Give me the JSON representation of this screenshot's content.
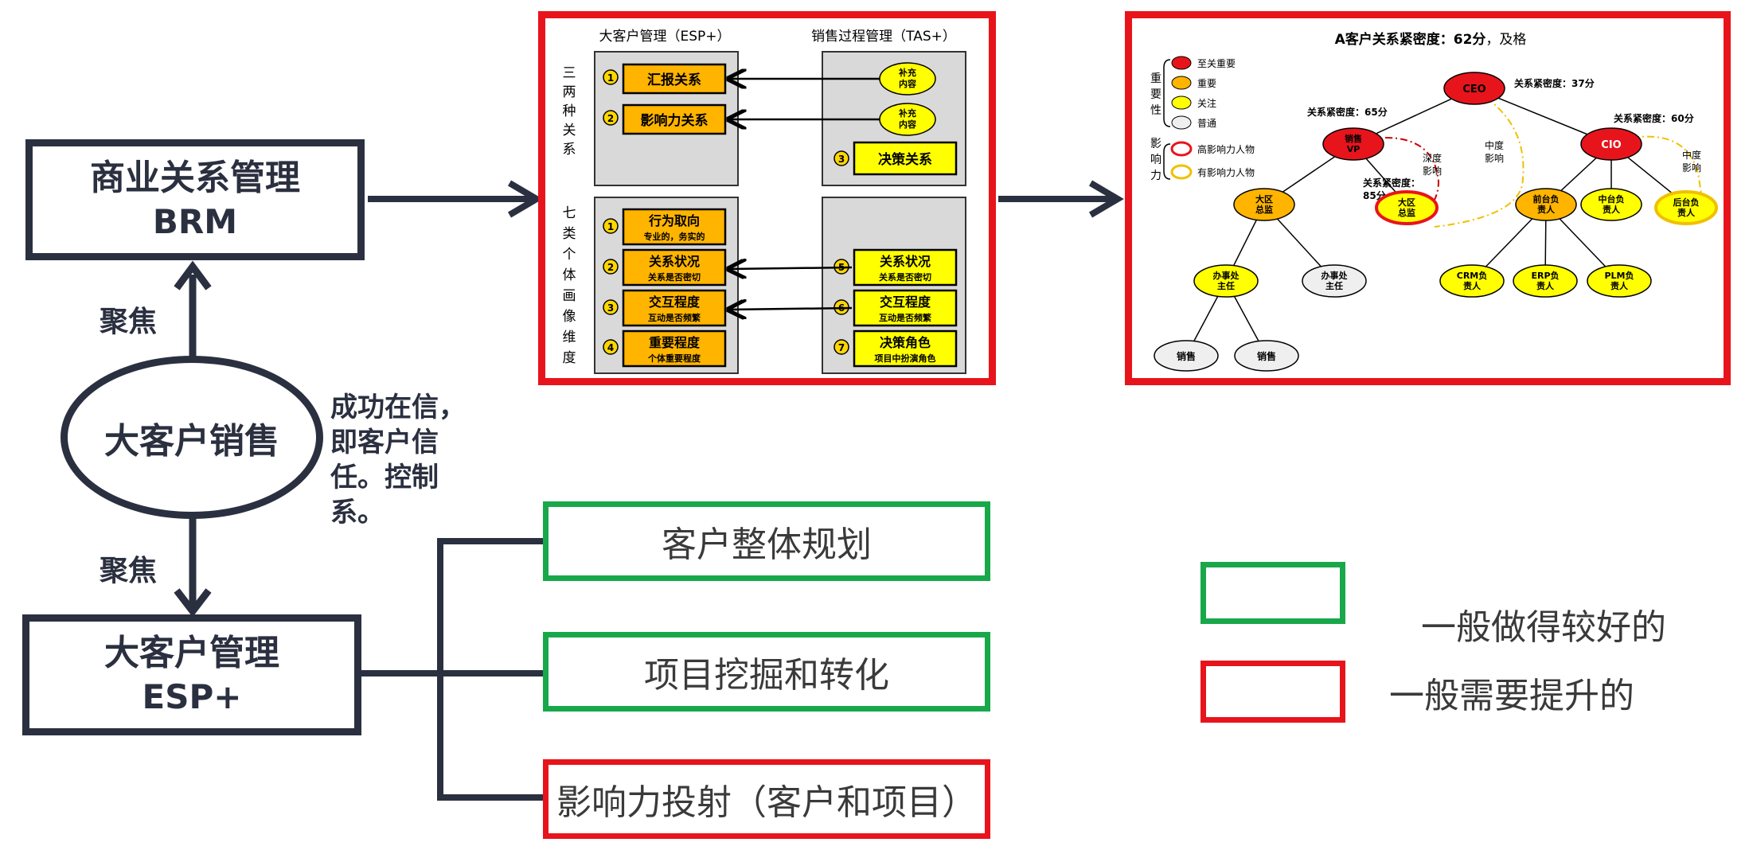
{
  "left": {
    "brm": {
      "line1": "商业关系管理",
      "line2": "BRM"
    },
    "center": "大客户销售",
    "esp": {
      "line1": "大客户管理",
      "line2": "ESP+"
    },
    "focus_up": "聚焦",
    "focus_down": "聚焦",
    "note": [
      "成功在信，",
      "即客户信",
      "任。控制",
      "系。"
    ]
  },
  "tasks": [
    {
      "label": "客户整体规划",
      "status": "green"
    },
    {
      "label": "项目挖掘和转化",
      "status": "green"
    },
    {
      "label": "影响力投射（客户和项目）",
      "status": "red"
    }
  ],
  "legend": {
    "good": "一般做得较好的",
    "improve": "一般需要提升的",
    "green_color": "#18a84a",
    "red_color": "#e8141c"
  },
  "middle": {
    "col1_title": "大客户管理（ESP+）",
    "col2_title": "销售过程管理（TAS+）",
    "section1_label": [
      "三",
      "两",
      "种",
      "关",
      "系"
    ],
    "section2_label": [
      "七",
      "类",
      "个",
      "体",
      "画",
      "像",
      "维",
      "度"
    ],
    "esp_items": [
      {
        "num": "1",
        "label": "汇报关系",
        "sub": ""
      },
      {
        "num": "2",
        "label": "影响力关系",
        "sub": ""
      }
    ],
    "tas_items": [
      {
        "label": "补充内容"
      },
      {
        "label": "补充内容"
      },
      {
        "num": "3",
        "label": "决策关系"
      }
    ],
    "esp_dims": [
      {
        "num": "1",
        "label": "行为取向",
        "sub": "专业的，务实的"
      },
      {
        "num": "2",
        "label": "关系状况",
        "sub": "关系是否密切"
      },
      {
        "num": "3",
        "label": "交互程度",
        "sub": "互动是否频繁"
      },
      {
        "num": "4",
        "label": "重要程度",
        "sub": "个体重要程度"
      }
    ],
    "tas_dims": [
      {
        "num": "5",
        "label": "关系状况",
        "sub": "关系是否密切"
      },
      {
        "num": "6",
        "label": "交互程度",
        "sub": "互动是否频繁"
      },
      {
        "num": "7",
        "label": "决策角色",
        "sub": "项目中扮演角色"
      }
    ]
  },
  "right": {
    "title_prefix": "A客户关系紧密度：",
    "title_score": "62分",
    "title_suffix": "，及格",
    "legend_importance_label": [
      "重",
      "要",
      "性"
    ],
    "legend_influence_label": [
      "影",
      "响",
      "力"
    ],
    "importance": [
      "至关重要",
      "重要",
      "关注",
      "普通"
    ],
    "influence": [
      "高影响力人物",
      "有影响力人物"
    ],
    "nodes": {
      "ceo": "CEO",
      "vp": [
        "销售",
        "VP"
      ],
      "cio": "CIO",
      "region1": [
        "大区",
        "总监"
      ],
      "region2": [
        "大区",
        "总监"
      ],
      "front": [
        "前台负",
        "责人"
      ],
      "middle": [
        "中台负",
        "责人"
      ],
      "back": [
        "后台负",
        "责人"
      ],
      "office1": [
        "办事处",
        "主任"
      ],
      "office2": [
        "办事处",
        "主任"
      ],
      "crm": [
        "CRM负",
        "责人"
      ],
      "erp": [
        "ERP负",
        "责人"
      ],
      "plm": [
        "PLM负",
        "责人"
      ],
      "sales1": "销售",
      "sales2": "销售"
    },
    "closeness": {
      "ceo": "关系紧密度：37分",
      "vp": "关系紧密度：65分",
      "cio": "关系紧密度：60分",
      "region": [
        "关系紧密度：",
        "85分"
      ]
    },
    "influence_labels": {
      "deep": [
        "深度",
        "影响"
      ],
      "mid1": [
        "中度",
        "影响"
      ],
      "mid2": [
        "中度",
        "影响"
      ]
    }
  }
}
